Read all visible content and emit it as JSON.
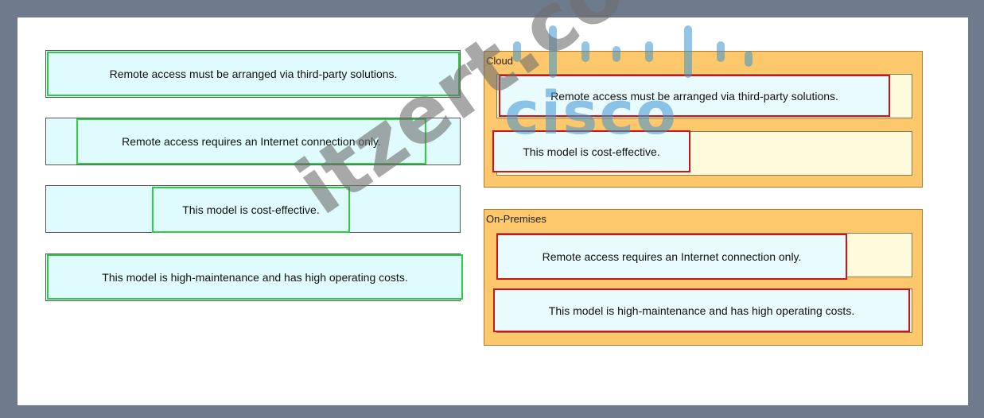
{
  "source_items": [
    {
      "text": "Remote access must be arranged via third-party solutions."
    },
    {
      "text": "Remote access requires an Internet connection only."
    },
    {
      "text": "This model is cost-effective."
    },
    {
      "text": "This model is high-maintenance and has high operating costs."
    }
  ],
  "targets": [
    {
      "label": "Cloud",
      "items": [
        "Remote access must be arranged via third-party solutions.",
        "This model is cost-effective."
      ]
    },
    {
      "label": "On-Premises",
      "items": [
        "Remote access requires an Internet connection only.",
        "This model is high-maintenance and has high operating costs."
      ]
    }
  ],
  "watermark": {
    "brand": "cisco",
    "site": "itzert.com"
  },
  "colors": {
    "frame": "#6e7b8c",
    "source_border": "#2ecc40",
    "placed_border": "#d0121b",
    "target_bg": "#fdc76b"
  }
}
